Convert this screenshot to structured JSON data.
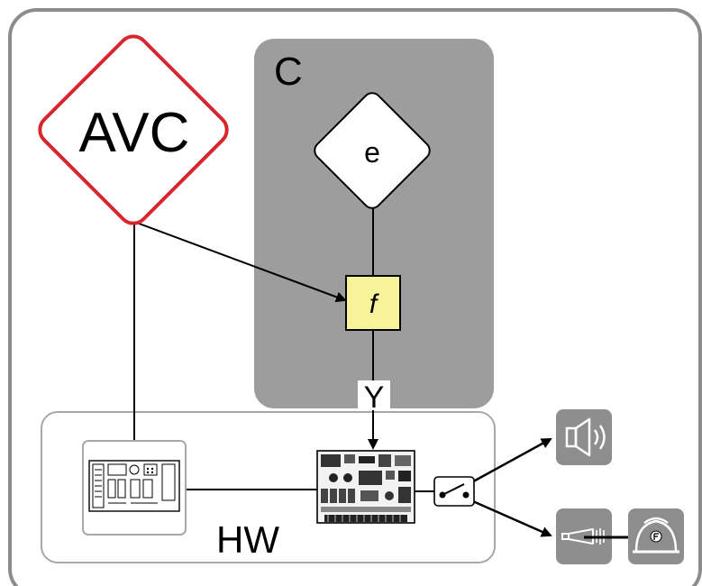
{
  "labels": {
    "avc": "AVC",
    "controller_group": "C",
    "e_node": "e",
    "f_node": "f",
    "y_signal": "Y",
    "hardware_group": "HW"
  },
  "icons": {
    "speaker": "speaker-icon",
    "horn": "horn-icon",
    "firefighter": "firefighter-helmet-icon",
    "switch": "switch-icon",
    "circuit_board": "circuit-board-icon",
    "control_panel": "control-panel-icon"
  },
  "colors": {
    "avc_border": "#d9262c",
    "controller_fill": "#9d9d9d",
    "f_fill": "#f7f39b",
    "icon_tile": "#8e8e8e"
  }
}
